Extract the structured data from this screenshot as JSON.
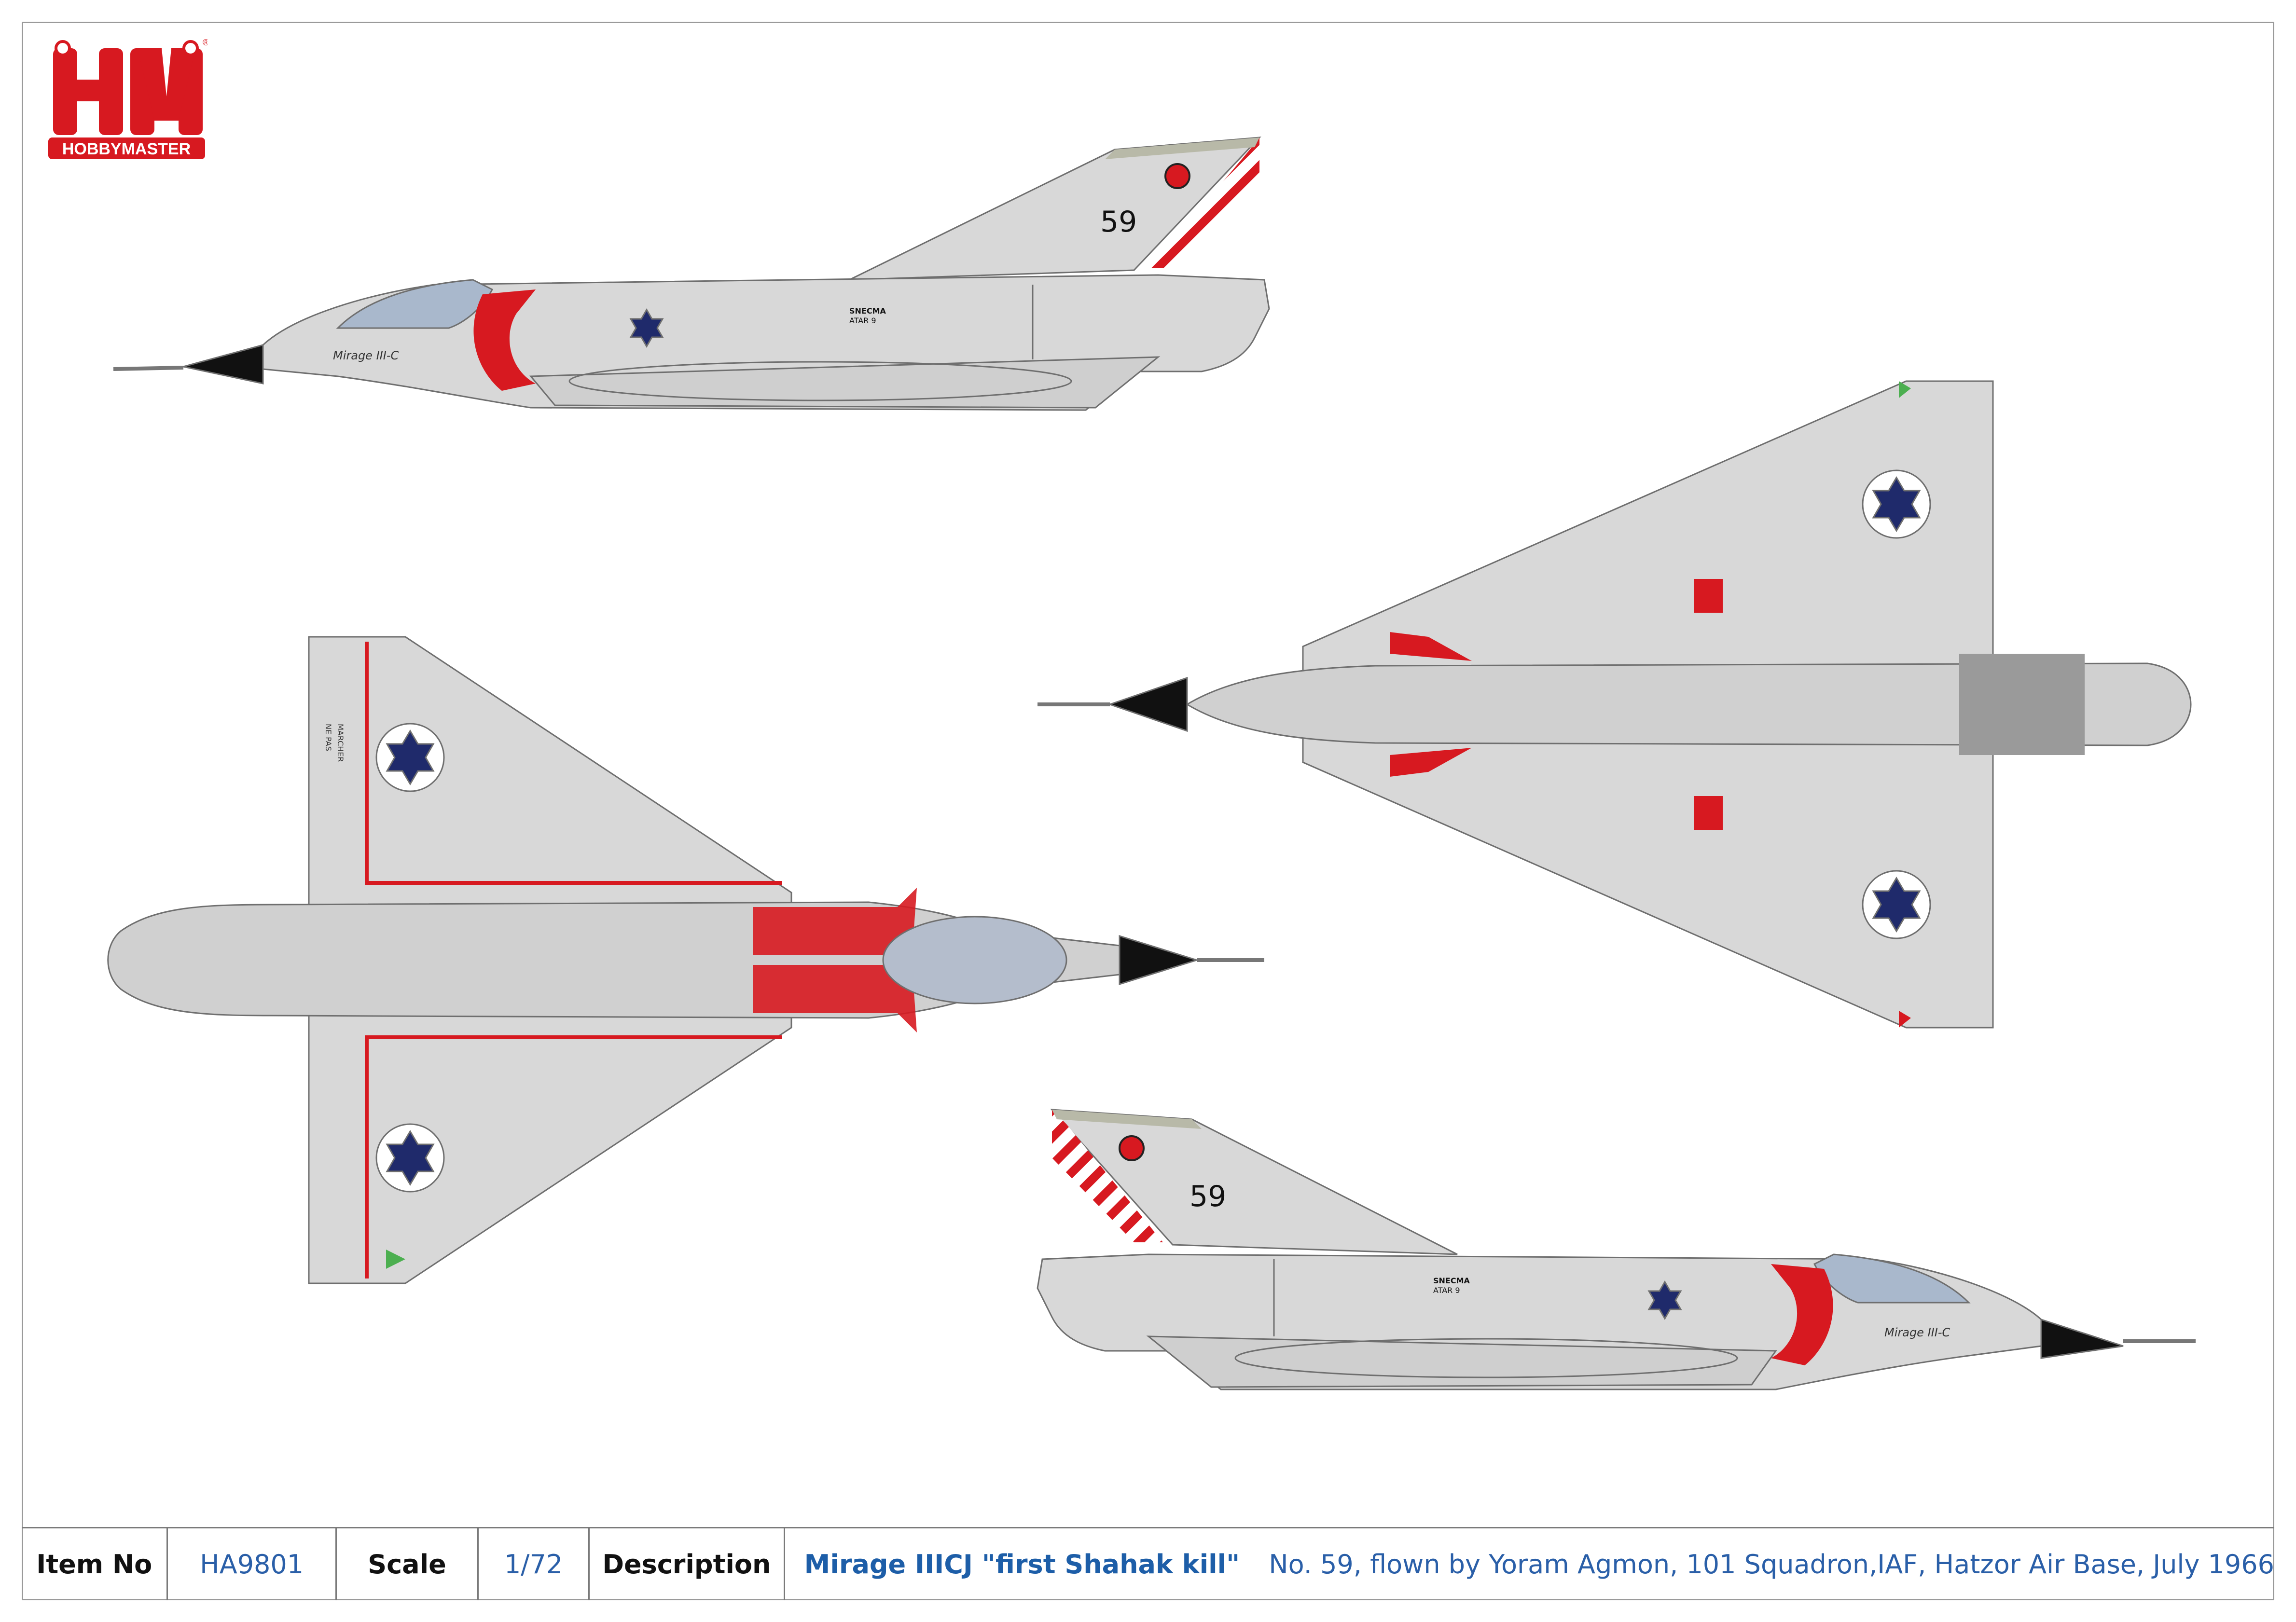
{
  "logo": {
    "letters": "HM",
    "brand": "HOBBYMASTER",
    "trademark": "®"
  },
  "colors": {
    "logo_red": "#d71920",
    "insignia_blue": "#1f2a6b",
    "aircraft_silver": "#d6d6d6",
    "marking_red": "#d71920",
    "link_blue": "#2a5fa8"
  },
  "aircraft": {
    "tail_number": "59",
    "engine_label_1": "SNECMA",
    "engine_label_2": "ATAR 9",
    "nose_name": "Mirage III-C",
    "wing_stencil_1": "NE PAS",
    "wing_stencil_2": "MARCHER"
  },
  "titleblock": {
    "item_no_label": "Item No",
    "item_no_value": "HA9801",
    "scale_label": "Scale",
    "scale_value": "1/72",
    "description_label": "Description",
    "description_title": "Mirage IIICJ \"first Shahak kill\"",
    "description_text": "No. 59, flown by Yoram Agmon, 101 Squadron,IAF, Hatzor Air Base, July 1966"
  }
}
